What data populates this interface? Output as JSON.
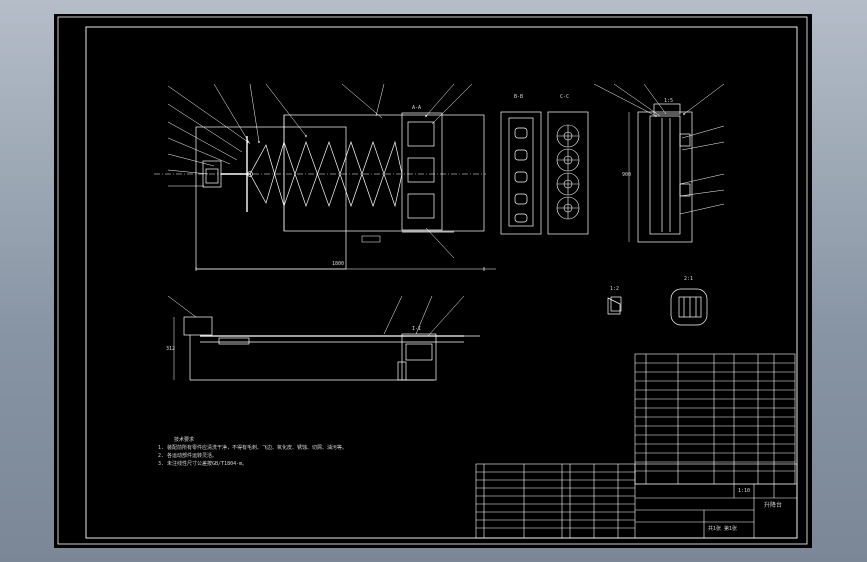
{
  "dimensions": {
    "overall_length": "1800",
    "height_side": "312",
    "height_right": "900"
  },
  "section_labels": {
    "a": "A-A",
    "b": "B-B",
    "c": "C-C",
    "ref": "I-I",
    "detail_1": "1:2",
    "detail_2": "2:1",
    "detail_3": "1:5"
  },
  "notes": {
    "heading": "技术要求",
    "line1": "1. 装配前所有零件应清洗干净，不得有毛刺、飞边、氧化皮、锈蚀、切屑、油污等。",
    "line2": "2. 各运动部件运转灵活。",
    "line3": "3. 未注线性尺寸公差按GB/T1804-m。"
  },
  "title_block": {
    "name": "升降台",
    "scale": "1:10",
    "sheet": "共1张 第1张"
  },
  "colors": {
    "paper": "#000000",
    "line": "#ffffff",
    "frame": "#9aa3ad"
  }
}
